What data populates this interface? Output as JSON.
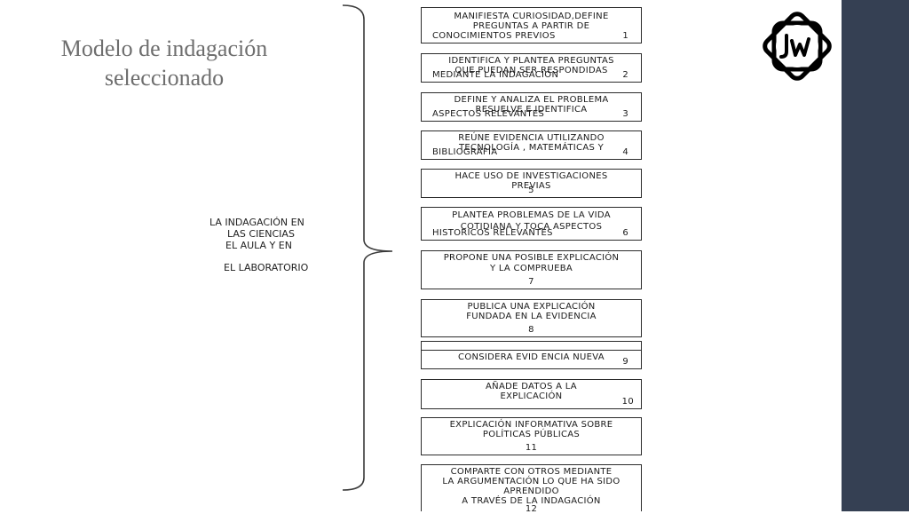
{
  "slide": {
    "title_line1": "Modelo de indagación",
    "title_line2": "seleccionado",
    "accent_color": "#354053",
    "logo_icon": "jw-monogram-logo"
  },
  "diagram": {
    "root": {
      "line1": "LA INDAGACIÓN EN",
      "line2": "LAS CIENCIAS",
      "line3": "EL AULA Y EN",
      "line4": "EL LABORATORIO"
    },
    "steps": [
      {
        "text": "MANIFIESTA CURIOSIDAD,DEFINE\nPREGUNTAS A PARTIR DE",
        "last": "CONOCIMIENTOS PREVIOS",
        "num": "1"
      },
      {
        "text": "IDENTIFICA Y PLANTEA PREGUNTAS\nQUE PUEDAN SER RESPONDIDAS",
        "last": "MEDIANTE LA INDAGACIÓN",
        "num": "2"
      },
      {
        "text": "DEFINE Y ANALIZA EL PROBLEMA\nRESUELVE E IDENTIFICA",
        "last": "ASPECTOS RELEVANTES",
        "num": "3"
      },
      {
        "text": "REÚNE EVIDENCIA UTILIZANDO\nTECNOLOGÍA , MATEMÁTICAS Y",
        "last": "BIBLIOGRAFÍA",
        "num": "4"
      },
      {
        "text": "HACE USO DE INVESTIGACIONES\nPREVIAS",
        "last": "",
        "num": "5"
      },
      {
        "text": "PLANTEA PROBLEMAS DE LA VIDA\nCOTIDIANA Y TOCA ASPECTOS",
        "last": "HISTORICOS RELEVANTES",
        "num": "6"
      },
      {
        "text": "PROPONE UNA POSIBLE EXPLICACIÓN\nY LA COMPRUEBA",
        "last": "",
        "num": "7"
      },
      {
        "text": "PUBLICA UNA EXPLICACIÓN\nFUNDADA EN LA EVIDENCIA",
        "last": "",
        "num": "8"
      },
      {
        "text": "CONSIDERA EVID   ENCIA NUEVA",
        "last": "",
        "num": "9"
      },
      {
        "text": "AÑADE DATOS A LA\nEXPLICACIÓN",
        "last": "",
        "num": "10"
      },
      {
        "text": "EXPLICACIÓN INFORMATIVA SOBRE\nPOLÍTICAS PÚBLICAS",
        "last": "",
        "num": "11"
      },
      {
        "text": "COMPARTE CON OTROS MEDIANTE\nLA ARGUMENTACIÓN LO QUE HA SIDO\nAPRENDIDO\nA TRAVÉS DE LA INDAGACIÓN",
        "last": "",
        "num": "12"
      }
    ]
  }
}
